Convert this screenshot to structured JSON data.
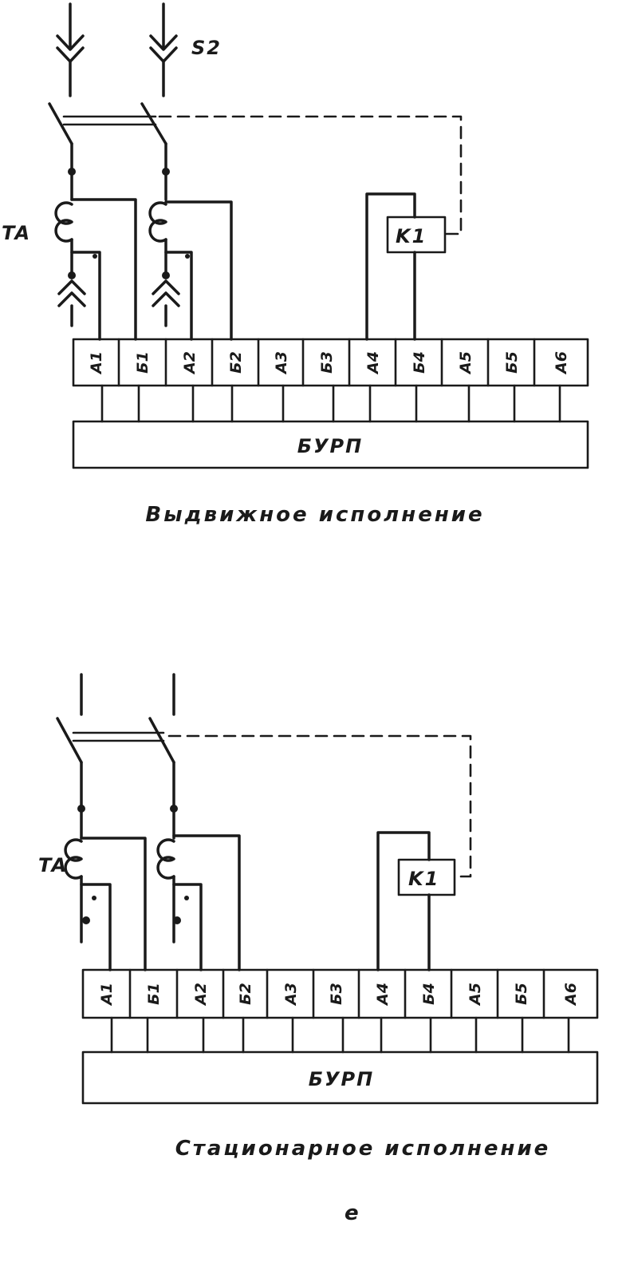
{
  "top_diagram": {
    "input_label": "S2",
    "ct_label": "TA",
    "relay_label": "K1",
    "terminals": [
      "А1",
      "Б1",
      "А2",
      "Б2",
      "А3",
      "Б3",
      "А4",
      "Б4",
      "А5",
      "Б5",
      "А6"
    ],
    "unit_label": "БУРП",
    "caption": "Выдвижное исполнение"
  },
  "bottom_diagram": {
    "ct_label": "TA",
    "relay_label": "K1",
    "terminals": [
      "А1",
      "Б1",
      "А2",
      "Б2",
      "А3",
      "Б3",
      "А4",
      "Б4",
      "А5",
      "Б5",
      "А6"
    ],
    "unit_label": "БУРП",
    "caption": "Стационарное исполнение"
  },
  "figure_letter": "е"
}
